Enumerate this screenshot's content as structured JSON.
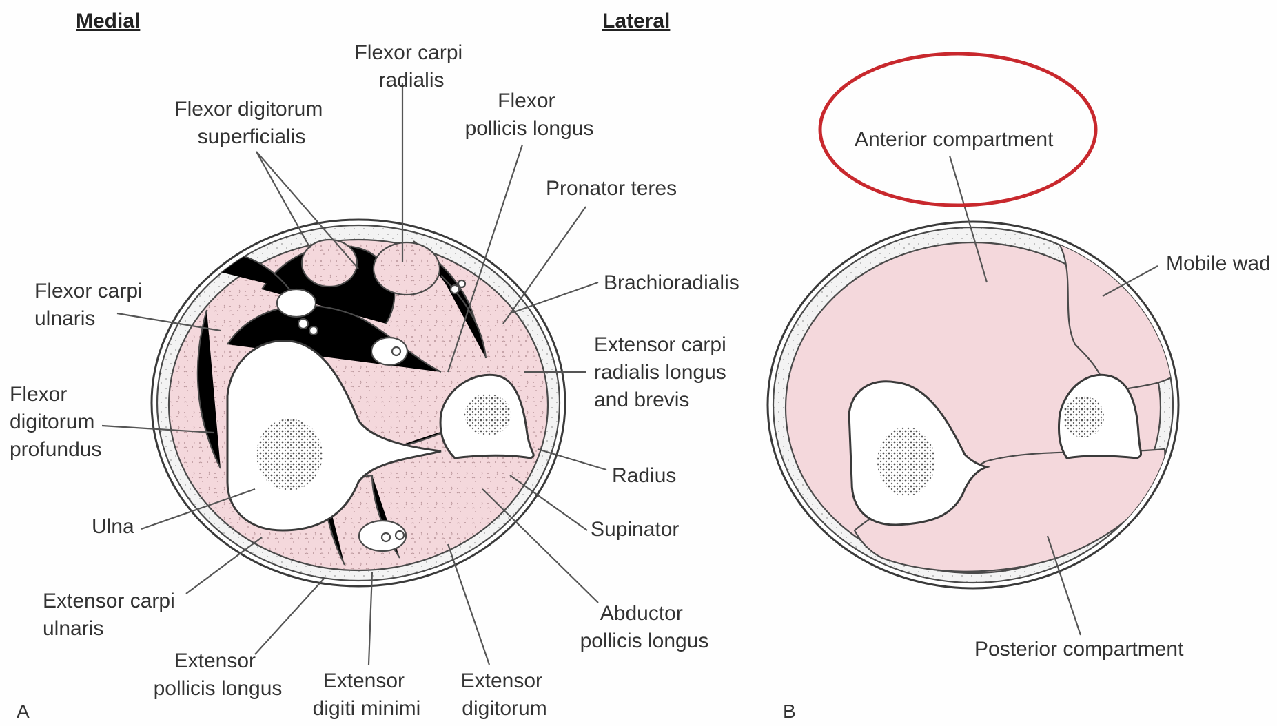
{
  "colors": {
    "muscle_fill": "#f4d8dc",
    "skin_fill": "#f3f3f3",
    "bone_fill": "#ffffff",
    "outline": "#3a3a3a",
    "highlight_circle": "#c8282d",
    "label_text": "#333333"
  },
  "panel_a": {
    "id_label": "A",
    "heading_medial": "Medial",
    "heading_lateral": "Lateral",
    "labels": {
      "flexor_carpi_radialis": [
        "Flexor carpi",
        "radialis"
      ],
      "flexor_digitorum_superficialis": [
        "Flexor digitorum",
        "superficialis"
      ],
      "flexor_pollicis_longus": [
        "Flexor",
        "pollicis longus"
      ],
      "pronator_teres": [
        "Pronator teres"
      ],
      "brachioradialis": [
        "Brachioradialis"
      ],
      "flexor_carpi_ulnaris": [
        "Flexor carpi",
        "ulnaris"
      ],
      "extensor_carpi_radialis": [
        "Extensor carpi",
        "radialis longus",
        "and brevis"
      ],
      "flexor_digitorum_profundus": [
        "Flexor",
        "digitorum",
        "profundus"
      ],
      "radius": [
        "Radius"
      ],
      "ulna": [
        "Ulna"
      ],
      "supinator": [
        "Supinator"
      ],
      "extensor_carpi_ulnaris": [
        "Extensor carpi",
        "ulnaris"
      ],
      "abductor_pollicis_longus": [
        "Abductor",
        "pollicis longus"
      ],
      "extensor_pollicis_longus": [
        "Extensor",
        "pollicis longus"
      ],
      "extensor_digiti_minimi": [
        "Extensor",
        "digiti minimi"
      ],
      "extensor_digitorum": [
        "Extensor",
        "digitorum"
      ]
    }
  },
  "panel_b": {
    "id_label": "B",
    "labels": {
      "anterior_compartment": "Anterior compartment",
      "mobile_wad": "Mobile wad",
      "posterior_compartment": "Posterior compartment"
    },
    "highlighted_label": "anterior_compartment"
  }
}
